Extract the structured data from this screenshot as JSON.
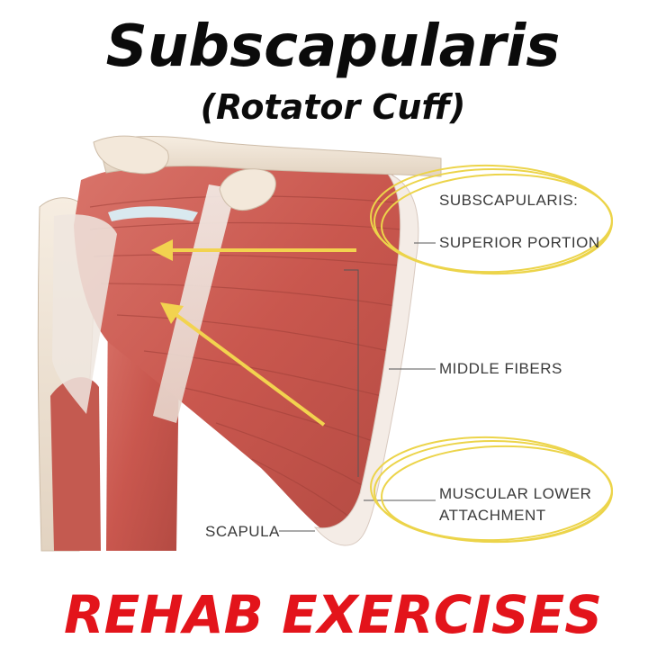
{
  "title": "Subscapularis",
  "subtitle": "(Rotator Cuff)",
  "labels": {
    "subscapularis": "SUBSCAPULARIS:",
    "superior_portion": "SUPERIOR PORTION",
    "middle_fibers": "MIDDLE FIBERS",
    "muscular_lower": "MUSCULAR LOWER",
    "attachment": "ATTACHMENT",
    "scapula": "SCAPULA"
  },
  "footer": "REHAB EXERCISES",
  "colors": {
    "title": "#0b0b0b",
    "footer": "#e3141b",
    "muscle": "#c9574e",
    "muscle_dark": "#a8443d",
    "bone": "#efe4d6",
    "highlight": "#ecd44a",
    "arrow": "#f2d34f"
  }
}
